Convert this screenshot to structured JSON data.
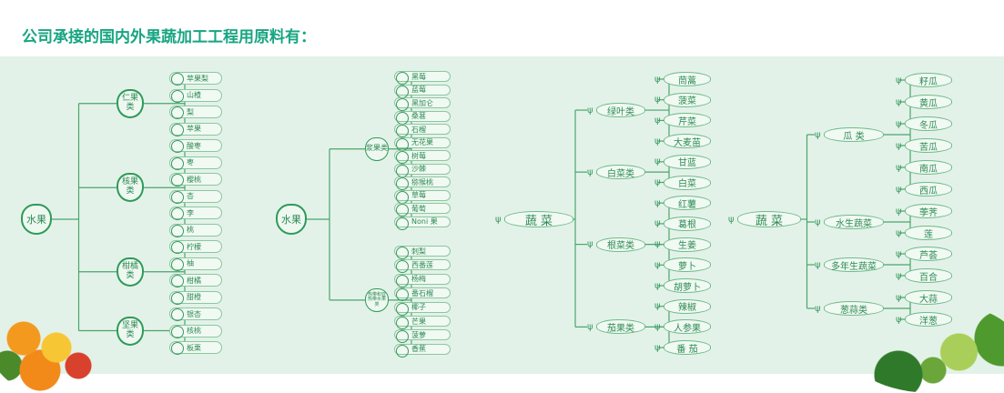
{
  "title": "公司承接的国内外果蔬加工工程用原料有：",
  "trees": [
    {
      "root": "水果",
      "shape": "apple",
      "categories": [
        {
          "label": "仁果类",
          "items": [
            "苹果梨",
            "山楂",
            "梨",
            "苹果"
          ]
        },
        {
          "label": "核果类",
          "items": [
            "酸枣",
            "枣",
            "樱桃",
            "杏",
            "李",
            "桃"
          ]
        },
        {
          "label": "柑橘类",
          "items": [
            "柠檬",
            "柚",
            "柑橘",
            "甜橙"
          ]
        },
        {
          "label": "坚果类",
          "items": [
            "银杏",
            "核桃",
            "板栗"
          ]
        }
      ]
    },
    {
      "root": "水果",
      "shape": "apple",
      "categories": [
        {
          "label": "浆果类",
          "items": [
            "黑莓",
            "蓝莓",
            "黑加仑",
            "桑葚",
            "石榴",
            "无花果",
            "树莓",
            "沙棘",
            "猕猴桃",
            "草莓",
            "葡萄",
            "Noni 果"
          ]
        },
        {
          "label": "热带和亚热带水果类",
          "items": [
            "刺梨",
            "西番莲",
            "杨梅",
            "番石榴",
            "椰子",
            "芒果",
            "菠萝",
            "香蕉"
          ]
        }
      ]
    },
    {
      "root": "蔬 菜",
      "shape": "radish",
      "categories": [
        {
          "label": "绿叶类",
          "items": [
            "茼蒿",
            "菠菜",
            "芹菜",
            "大麦苗"
          ]
        },
        {
          "label": "白菜类",
          "items": [
            "甘蓝",
            "白菜"
          ]
        },
        {
          "label": "根菜类",
          "items": [
            "红薯",
            "葛根",
            "生姜",
            "萝卜",
            "胡萝卜"
          ]
        },
        {
          "label": "茄果类",
          "items": [
            "辣椒",
            "人参果",
            "番 茄"
          ]
        }
      ]
    },
    {
      "root": "蔬 菜",
      "shape": "radish",
      "categories": [
        {
          "label": "瓜 类",
          "items": [
            "籽瓜",
            "黄瓜",
            "冬瓜",
            "苦瓜",
            "南瓜",
            "西瓜"
          ]
        },
        {
          "label": "水生蔬菜",
          "items": [
            "荸荠",
            "莲"
          ]
        },
        {
          "label": "多年生蔬菜",
          "items": [
            "芦荟",
            "百合"
          ]
        },
        {
          "label": "葱蒜类",
          "items": [
            "大蒜",
            "洋葱"
          ]
        }
      ]
    }
  ],
  "colors": {
    "title": "#17a581",
    "line": "#4aa56e",
    "background": "#e3f2e8"
  }
}
